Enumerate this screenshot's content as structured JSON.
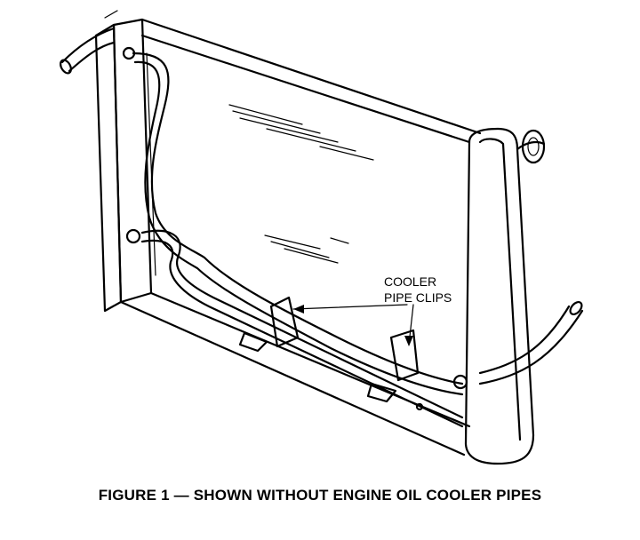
{
  "figure": {
    "callout_line1": "COOLER",
    "callout_line2": "PIPE CLIPS",
    "caption": "FIGURE 1 — SHOWN WITHOUT ENGINE OIL COOLER PIPES"
  }
}
